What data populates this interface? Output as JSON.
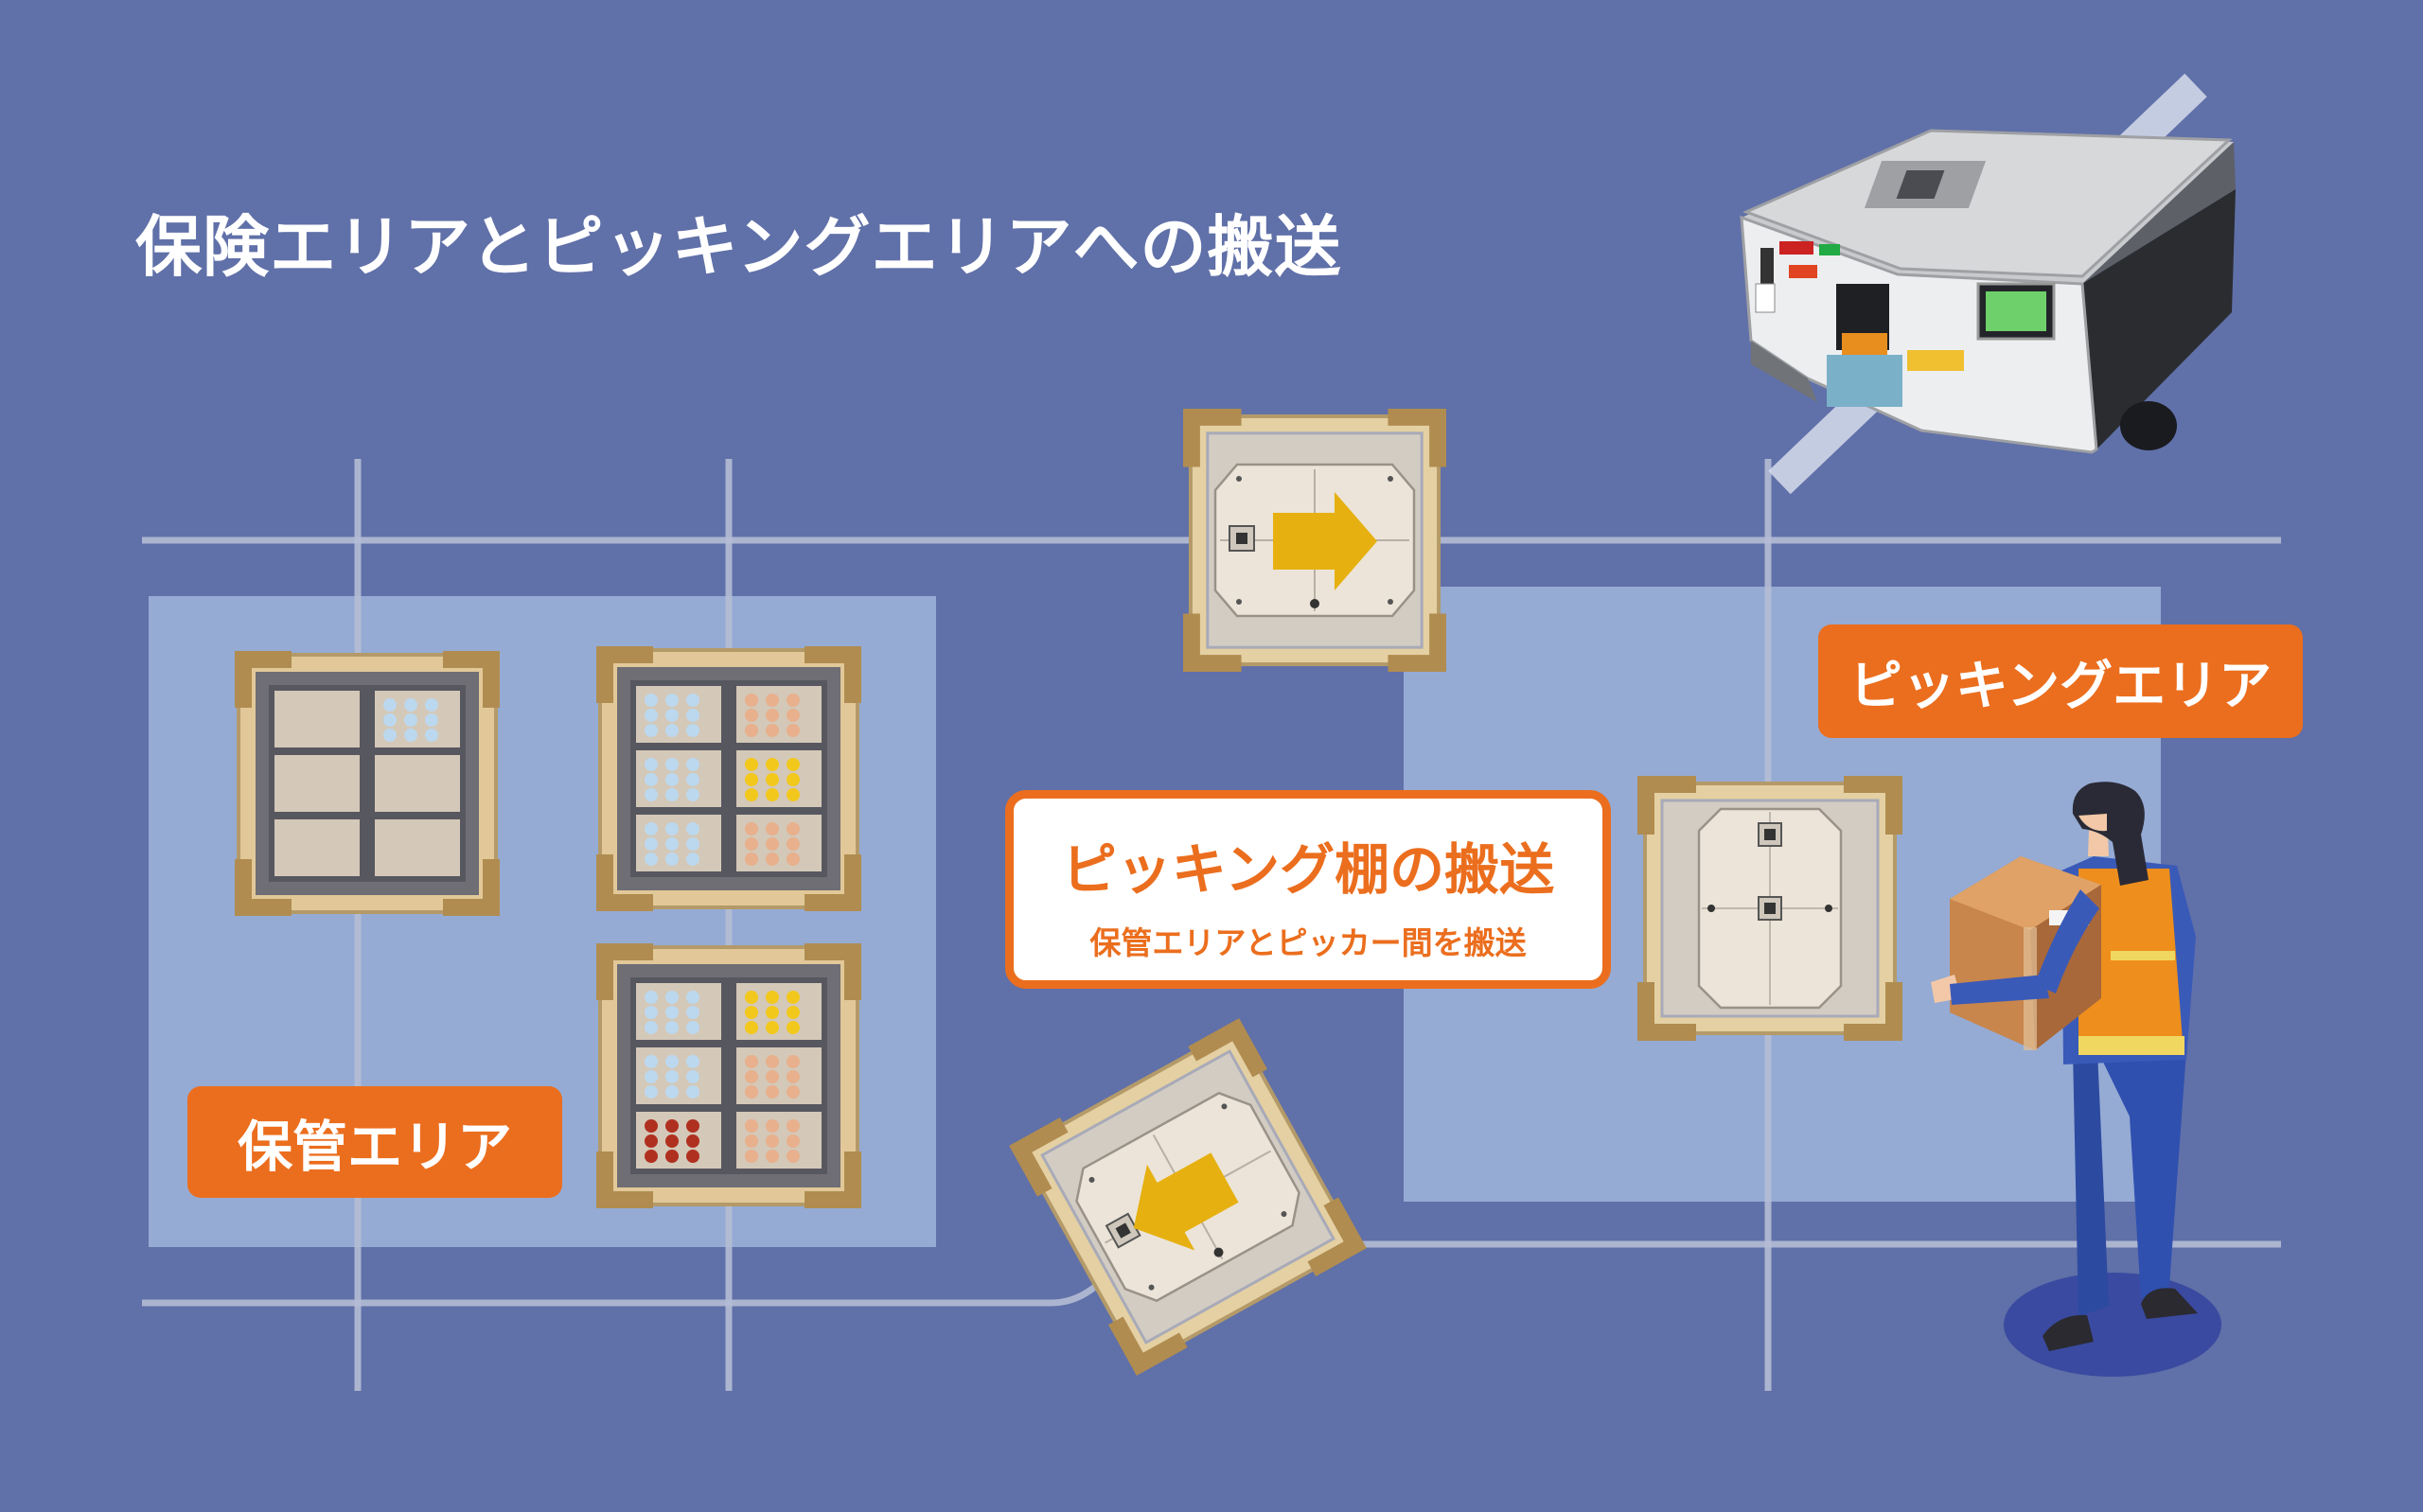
{
  "title": "保険エリアとピッキングエリアへの搬送",
  "storage_area_label": "保管エリア",
  "picking_area_label": "ピッキングエリア",
  "callout": {
    "title": "ピッキング棚の搬送",
    "subtitle": "保管エリアとピッカー間を搬送"
  },
  "colors": {
    "background": "#6070a8",
    "zone": "#95abd4",
    "accent_orange": "#eb6e1e",
    "arrow_yellow": "#e6b010",
    "shelf_frame": "#b49a68",
    "bin_blue": "#bcd8ee",
    "bin_peach": "#e8b08c",
    "bin_yellow": "#f2c81c",
    "bin_red": "#b03020"
  },
  "icons": {
    "robot_photo": "agv-robot-photo",
    "worker": "worker-with-box-illustration",
    "arrow_right": "arrow-right-icon",
    "arrow_left": "arrow-left-icon"
  }
}
